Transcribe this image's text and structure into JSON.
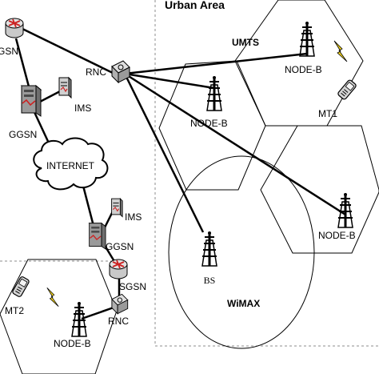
{
  "diagram": {
    "urban_area_title": "Urban Area",
    "umts_label": "UMTS",
    "wimax_label": "WiMAX",
    "internet_label": "INTERNET",
    "nodes": {
      "sgsn_top": "GSN",
      "ggsn_top": "GGSN",
      "ims_top": "IMS",
      "rnc_top": "RNC",
      "nodeb_top": "NODE-B",
      "nodeb_mid": "NODE-B",
      "nodeb_right": "NODE-B",
      "mt1": "MT1",
      "bs": "BS",
      "ims_bottom": "IMS",
      "ggsn_bottom": "GGSN",
      "sgsn_bottom": "SGSN",
      "rnc_bottom": "RNC",
      "mt2": "MT2",
      "nodeb_bottom": "NODE-B"
    },
    "colors": {
      "lightning": "#f2d31c",
      "router_red": "#cc2222",
      "server_gray": "#8a8a8a"
    }
  }
}
